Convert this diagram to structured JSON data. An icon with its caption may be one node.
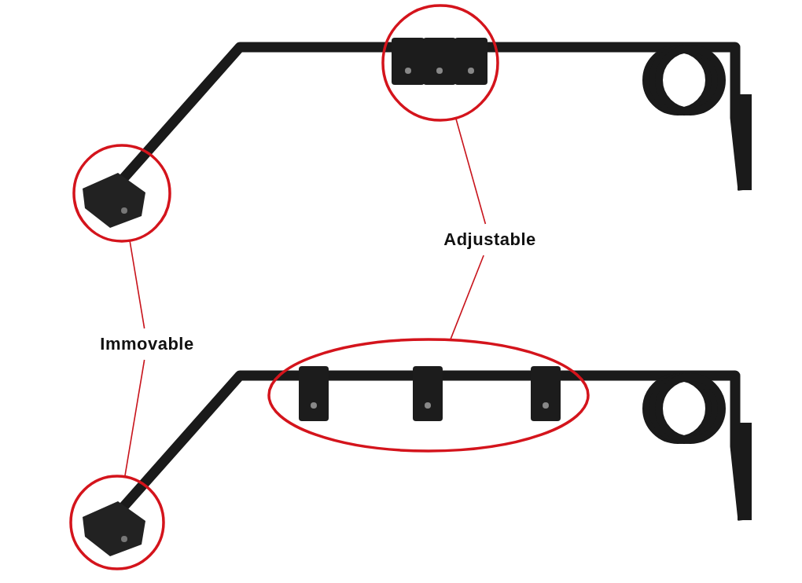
{
  "diagram": {
    "nodes": [
      {
        "text": [
          "Adjustable"
        ]
      },
      {
        "text": [
          "Immovable"
        ]
      },
      {
        "text": [],
        "shape": "circle"
      },
      {
        "text": [],
        "shape": "circle"
      },
      {
        "text": [],
        "shape": "ellipse"
      },
      {
        "text": [],
        "shape": "circle"
      }
    ],
    "edges": [
      {
        "from": 0,
        "to": 3,
        "arrow": "none"
      },
      {
        "from": 0,
        "to": 4,
        "arrow": "none"
      },
      {
        "from": 1,
        "to": 2,
        "arrow": "none"
      },
      {
        "from": 1,
        "to": 5,
        "arrow": "none"
      }
    ]
  }
}
